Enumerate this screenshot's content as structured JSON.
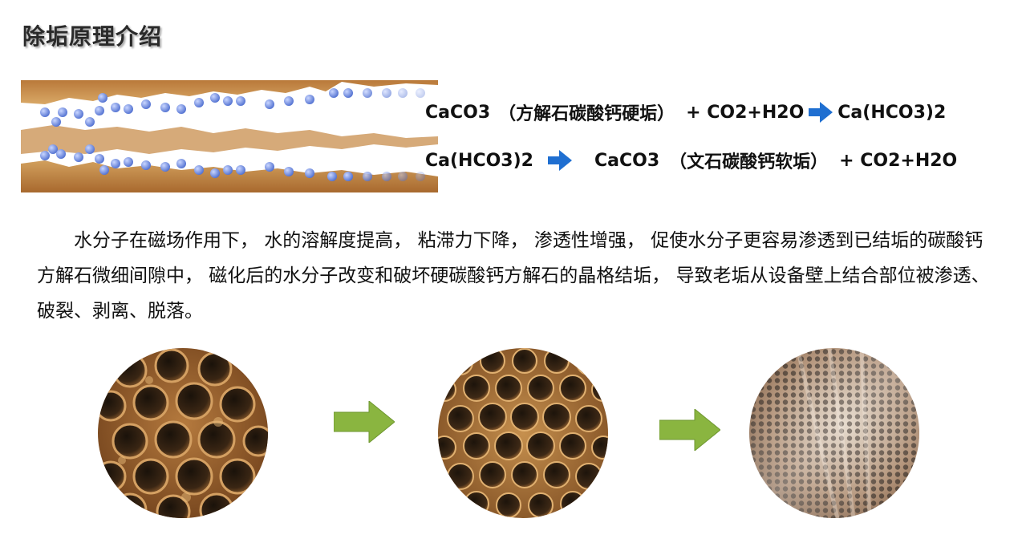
{
  "title": "除垢原理介绍",
  "equations": {
    "line1": {
      "left": "CaCO3",
      "paren": "（方解石碳酸钙硬垢）",
      "plus": "+ CO2+H2O",
      "right": "Ca(HCO3)2"
    },
    "line2": {
      "left": "Ca(HCO3)2",
      "middle": "CaCO3",
      "paren": "（文石碳酸钙软垢）",
      "plus": "+ CO2+H2O"
    }
  },
  "paragraph": "水分子在磁场作用下， 水的溶解度提高， 粘滞力下降， 渗透性增强， 促使水分子更容易渗透到已结垢的碳酸钙方解石微细间隙中， 磁化后的水分子改变和破坏硬碳酸钙方解石的晶格结垢， 导致老垢从设备壁上结合部位被渗透、破裂、剥离、脱落。",
  "colors": {
    "equation_arrow": "#1f6fd1",
    "process_arrow": "#8ab540",
    "rust": "#a8692e",
    "molecule": "#5c79d6"
  },
  "icons": {
    "equation_arrow": "right-arrow-icon",
    "process_arrow": "right-arrow-icon"
  }
}
